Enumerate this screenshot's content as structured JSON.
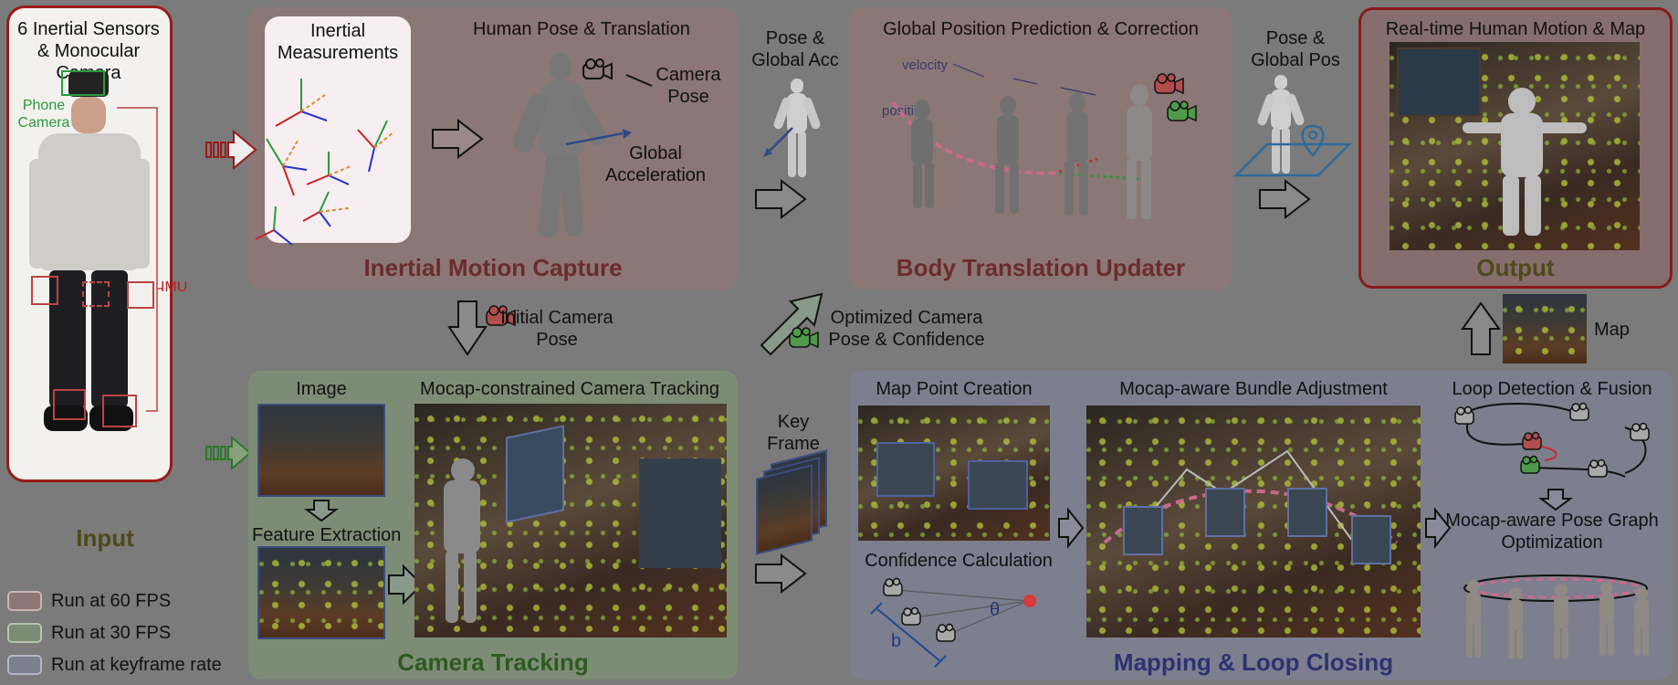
{
  "colors": {
    "inertial": "#8b7776",
    "camera": "#7d8d75",
    "mapping": "#7d7e8e",
    "input_border": "#9a1a1a",
    "output_border": "#8b1a1a",
    "title_red": "#6b2c2c",
    "title_green": "#2e5a22",
    "title_blue": "#2d3270",
    "title_olive": "#4f4a1c"
  },
  "input": {
    "heading": "6 Inertial Sensors & Monocular Camera",
    "phone_camera": "Phone Camera",
    "imu": "IMU",
    "title": "Input"
  },
  "inertial": {
    "measurements": "Inertial Measurements",
    "pose_translation": "Human Pose & Translation",
    "camera_pose": "Camera Pose",
    "global_acc": "Global Acceleration",
    "title": "Inertial Motion Capture"
  },
  "pose_global_acc": "Pose & Global Acc",
  "translation": {
    "heading": "Global Position Prediction & Correction",
    "velocity": "velocity",
    "position": "position",
    "title": "Body Translation Updater"
  },
  "pose_global_pos": "Pose & Global Pos",
  "output": {
    "heading": "Real-time Human Motion & Map",
    "title": "Output"
  },
  "initial_camera_pose": "Initial Camera Pose",
  "optimized_camera": "Optimized Camera Pose & Confidence",
  "map_label": "Map",
  "camera_tracking": {
    "image": "Image",
    "feature_extraction": "Feature Extraction",
    "tracking": "Mocap-constrained Camera Tracking",
    "title": "Camera Tracking"
  },
  "key_frame": "Key Frame",
  "mapping": {
    "map_point_creation": "Map Point Creation",
    "confidence_calc": "Confidence Calculation",
    "theta": "θ",
    "b": "b",
    "bundle_adjustment": "Mocap-aware Bundle Adjustment",
    "loop_detection": "Loop Detection & Fusion",
    "pose_graph": "Mocap-aware Pose Graph Optimization",
    "title": "Mapping & Loop Closing"
  },
  "legend": [
    {
      "label": "Run at 60 FPS",
      "color": "#8b7776"
    },
    {
      "label": "Run at 30 FPS",
      "color": "#7d8d75"
    },
    {
      "label": "Run at keyframe rate",
      "color": "#7d7e8e"
    }
  ]
}
